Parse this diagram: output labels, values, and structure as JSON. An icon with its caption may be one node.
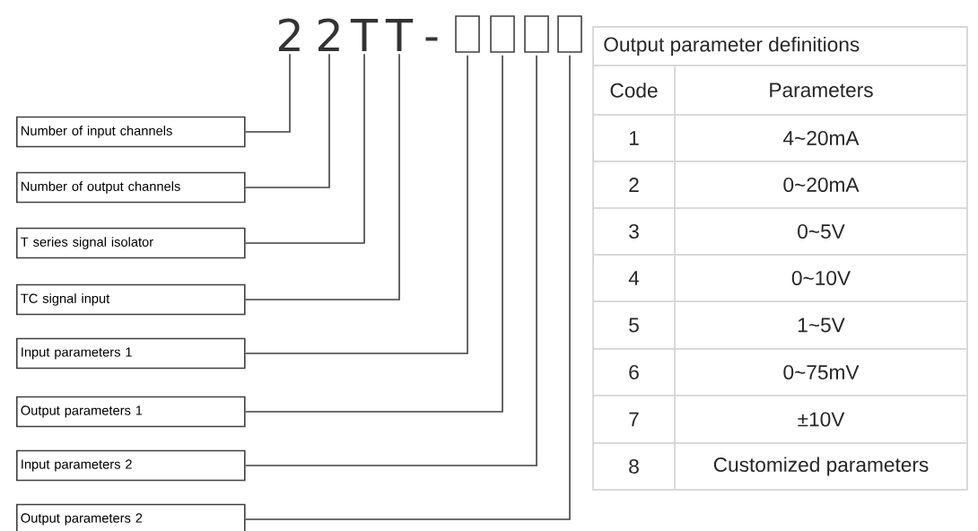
{
  "diagram": {
    "nodes": [
      {
        "text": [
          "Number of input channels"
        ]
      },
      {
        "text": [
          "Number of output channels"
        ]
      },
      {
        "text": [
          "T series signal isolator"
        ]
      },
      {
        "text": [
          "TC signal input"
        ]
      },
      {
        "text": [
          "Input parameters 1"
        ]
      },
      {
        "text": [
          "Output parameters 1"
        ]
      },
      {
        "text": [
          "Input parameters 2"
        ]
      },
      {
        "text": [
          "Output parameters 2"
        ]
      },
      {
        "text": [
          "2"
        ]
      },
      {
        "text": [
          "2"
        ]
      },
      {
        "text": [
          "T"
        ]
      },
      {
        "text": [
          "T"
        ]
      },
      {
        "text": [],
        "shape": "box"
      },
      {
        "text": [],
        "shape": "box"
      },
      {
        "text": [],
        "shape": "box"
      },
      {
        "text": [],
        "shape": "box"
      }
    ],
    "edges": [
      {
        "from": 0,
        "to": 8,
        "arrow": "none"
      },
      {
        "from": 1,
        "to": 9,
        "arrow": "none"
      },
      {
        "from": 2,
        "to": 10,
        "arrow": "none"
      },
      {
        "from": 3,
        "to": 11,
        "arrow": "none"
      },
      {
        "from": 4,
        "to": 12,
        "arrow": "none"
      },
      {
        "from": 5,
        "to": 13,
        "arrow": "none"
      },
      {
        "from": 6,
        "to": 14,
        "arrow": "none"
      },
      {
        "from": 7,
        "to": 15,
        "arrow": "none"
      }
    ],
    "labels": [
      "-",
      "Output parameter definitions",
      "Code",
      "Parameters",
      "1",
      "4~20mA",
      "2",
      "0~20mA",
      "3",
      "0~5V",
      "4",
      "0~10V",
      "5",
      "1~5V",
      "6",
      "0~75mV",
      "7",
      "±10V",
      "8",
      "Customized parameters"
    ]
  }
}
